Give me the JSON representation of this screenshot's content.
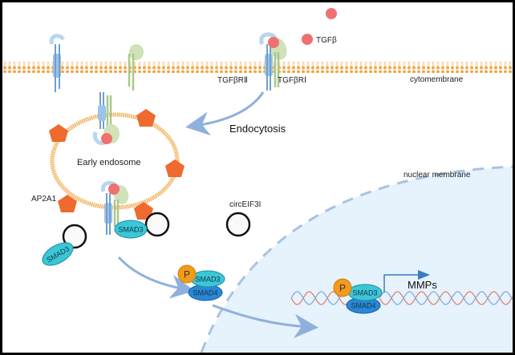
{
  "diagram": {
    "title": "TGFβ signaling via endocytosis and SMAD3/SMAD4 nuclear translocation",
    "labels": {
      "tgfb": "TGFβ",
      "tgfbr2": "TGFβRⅡ",
      "tgfbr1": "TGFβRⅠ",
      "cytomembrane": "cytomembrane",
      "endocytosis": "Endocytosis",
      "early_endosome": "Early endosome",
      "ap2a1": "AP2A1",
      "circ": "circEIF3I",
      "nuclear_membrane": "nuclear membrane",
      "mmps": "MMPs",
      "smad3": "SMAD3",
      "smad4": "SMAD4",
      "phospho": "P"
    },
    "colors": {
      "membrane": "#f0a94a",
      "tgfb_ligand": "#f07070",
      "receptor_blue": "#9cc3e8",
      "receptor_green": "#b8d49a",
      "ap2a1": "#ee6a2e",
      "smad3": "#3cc6d6",
      "smad4": "#2b86d6",
      "phospho": "#f29a1a",
      "nucleus_fill": "#e6f2fc",
      "nucleus_border": "#a9c3e0",
      "arrow": "#8fb0dc"
    }
  }
}
